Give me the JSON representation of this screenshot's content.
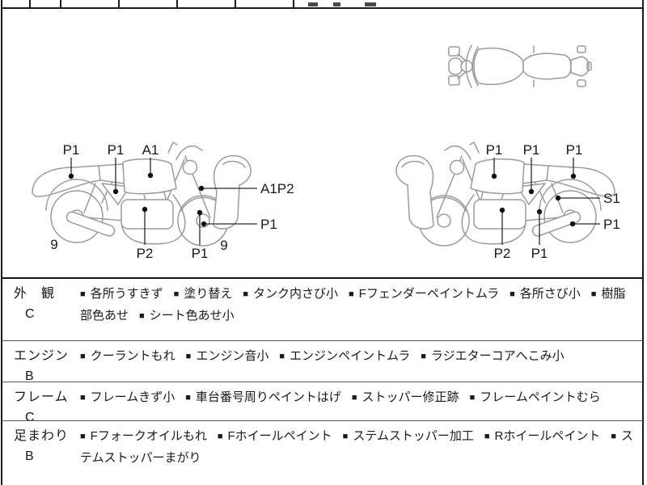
{
  "colors": {
    "background": "#ffffff",
    "frame_line": "#1a1a1a",
    "row_divider": "#555555",
    "sketch_line": "#9b9b9b",
    "text": "#1a1a1a"
  },
  "bullet": "■",
  "diagrams": {
    "top_view": {
      "description": "motorcycle top-view outline sketch"
    },
    "left_side": {
      "description": "motorcycle left-side outline sketch facing right",
      "labels": [
        "P1",
        "P1",
        "A1",
        "A1P2",
        "P1",
        "P2",
        "P1",
        "9",
        "9"
      ]
    },
    "right_side": {
      "description": "motorcycle right-side outline sketch facing left",
      "labels": [
        "P1",
        "P1",
        "P1",
        "S1",
        "P1",
        "P2",
        "P1"
      ]
    }
  },
  "inspection_table": {
    "rows": [
      {
        "section": "外　観",
        "grade": "C",
        "items": [
          "各所うすきず",
          "塗り替え",
          "タンク内さび小",
          "Fフェンダーペイントムラ",
          "各所さび小",
          "樹脂部色あせ",
          "シート色あせ小"
        ]
      },
      {
        "section": "エンジン",
        "grade": "B",
        "items": [
          "クーラントもれ",
          "エンジン音小",
          "エンジンペイントムラ",
          "ラジエターコアへこみ小"
        ]
      },
      {
        "section": "フレーム",
        "grade": "C",
        "items": [
          "フレームきず小",
          "車台番号周りペイントはげ",
          "ストッパー修正跡",
          "フレームペイントむら"
        ]
      },
      {
        "section": "足まわり",
        "grade": "B",
        "items": [
          "Fフォークオイルもれ",
          "Fホイールペイント",
          "ステムストッパー加工",
          "Rホイールペイント",
          "ステムストッパーまがり"
        ]
      }
    ]
  }
}
